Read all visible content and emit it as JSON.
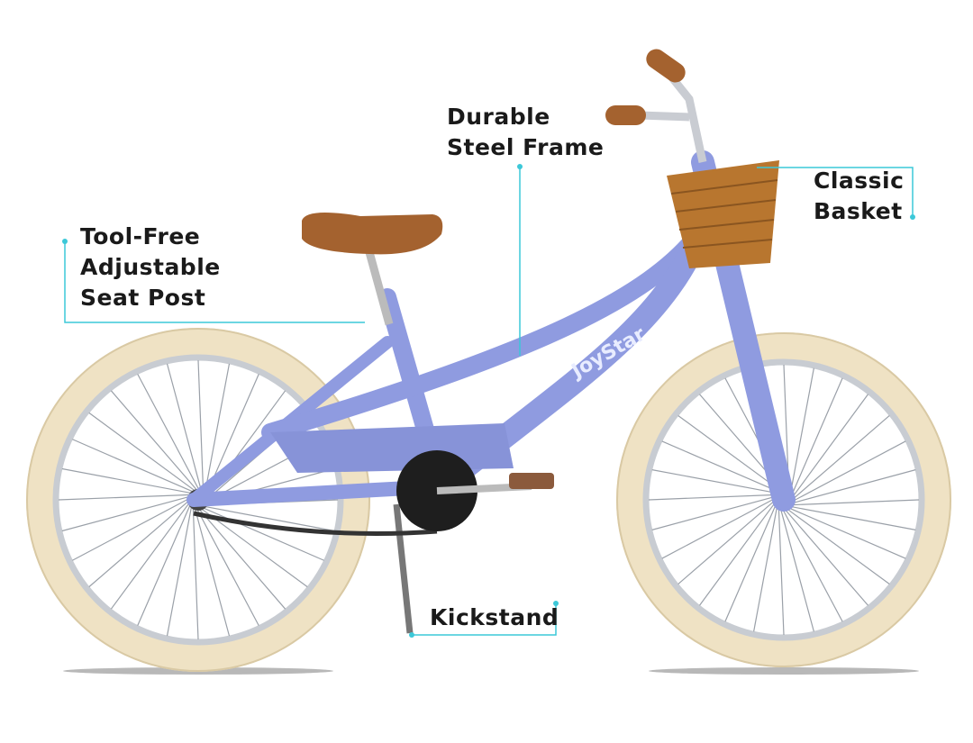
{
  "product": {
    "brand_mark": "JoyStar",
    "frame_color": "#8f9be0",
    "tire_color": "#efe2c4",
    "saddle_color": "#a4622f",
    "callout_color": "#3cc8d8"
  },
  "callouts": {
    "frame": {
      "line1": "Durable",
      "line2": "Steel Frame"
    },
    "basket": {
      "line1": "Classic",
      "line2": "Basket"
    },
    "seat": {
      "line1": "Tool-Free",
      "line2": "Adjustable",
      "line3": "Seat Post"
    },
    "kickstand": {
      "line1": "Kickstand"
    }
  }
}
